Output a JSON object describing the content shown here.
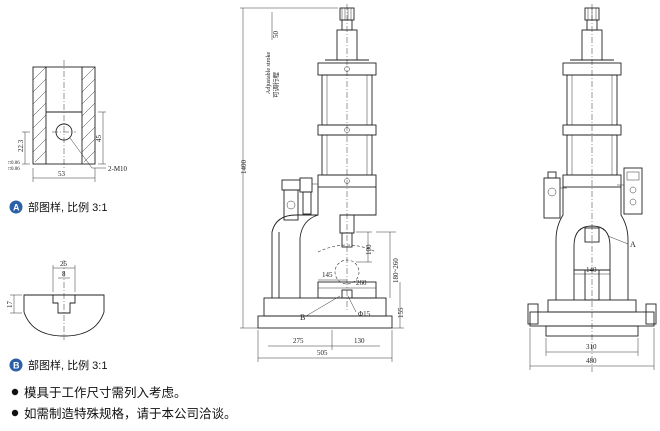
{
  "detail_a": {
    "badge": "A",
    "caption": "部图样, 比例 3:1",
    "dims": {
      "d_223": "22.3",
      "d_sq06a": "□0.06",
      "d_sq06b": "□0.06",
      "d_53": "53",
      "d_45": "45",
      "d_m10": "2-M10"
    }
  },
  "detail_b": {
    "badge": "B",
    "caption": "部图样, 比例 3:1",
    "dims": {
      "d_25": "25",
      "d_8": "8",
      "d_17": "17"
    }
  },
  "front_view": {
    "adjustable_stroke_en": "Adjustable stroke",
    "adjustable_stroke_cn": "可调行程",
    "d_50": "50",
    "d_1400": "1400",
    "d_100": "100",
    "d_145": "145",
    "d_260": "260",
    "d_180_260": "180~260",
    "d_phi15": "Φ15",
    "d_155": "155",
    "d_275": "275",
    "d_130": "130",
    "d_505": "505",
    "label_b": "B"
  },
  "side_view": {
    "label_a": "A",
    "d_140": "140",
    "d_310": "310",
    "d_480": "480"
  },
  "notes": [
    "模具于工作尺寸需列入考虑。",
    "如需制造特殊规格，请于本公司洽谈。"
  ],
  "colors": {
    "badge_fill": "#2b5fa8",
    "line": "#222222"
  }
}
